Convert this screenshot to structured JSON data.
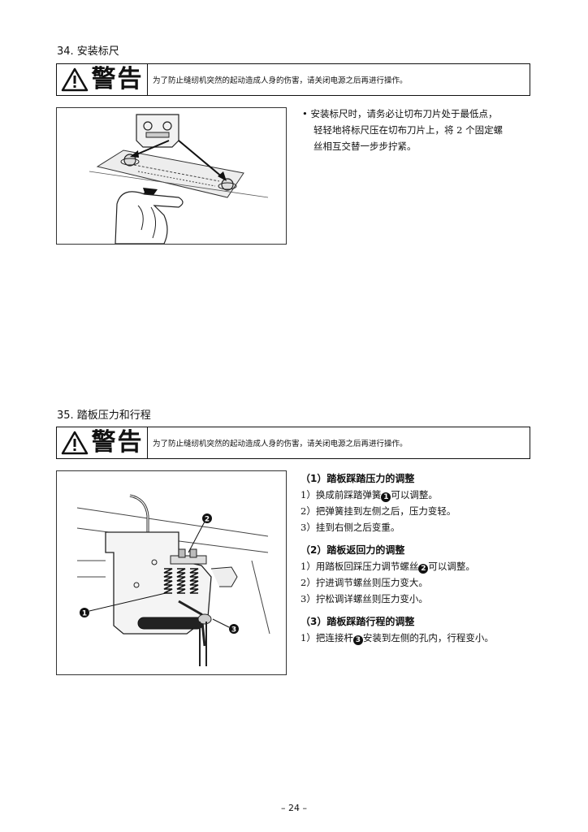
{
  "section34": {
    "title": "34.  安装标尺",
    "warning_word": "警告",
    "warning_text": "为了防止缝纫机突然的起动造成人身的伤害，请关闭电源之后再进行操作。",
    "bullet": "•",
    "text_line1": "安装标尺时，请务必让切布刀片处于最低点，",
    "text_line2": "轻轻地将标尺压在切布刀片上，将 2 个固定螺",
    "text_line3": "丝相互交替一步步拧紧。"
  },
  "section35": {
    "title": "35.  踏板压力和行程",
    "warning_word": "警告",
    "warning_text": "为了防止缝纫机突然的起动造成人身的伤害，请关闭电源之后再进行操作。",
    "sub1_title": "（1）踏板踩踏压力的调整",
    "sub1_line1_a": "1）换成前踩踏弹簧",
    "sub1_line1_b": "可以调整。",
    "sub1_line2": "2）把弹簧挂到左侧之后，压力变轻。",
    "sub1_line3": "3）挂到右侧之后变重。",
    "sub2_title": "（2）踏板返回力的调整",
    "sub2_line1_a": "1）用踏板回踩压力调节螺丝",
    "sub2_line1_b": "可以调整。",
    "sub2_line2": "2）拧进调节螺丝则压力变大。",
    "sub2_line3": "3）拧松调详螺丝则压力变小。",
    "sub3_title": "（3）踏板踩踏行程的调整",
    "sub3_line1_a": "1）把连接杆",
    "sub3_line1_b": "安装到左侧的孔内，行程变小。",
    "marker1": "1",
    "marker2": "2",
    "marker3": "3"
  },
  "page_number": "– 24 –"
}
